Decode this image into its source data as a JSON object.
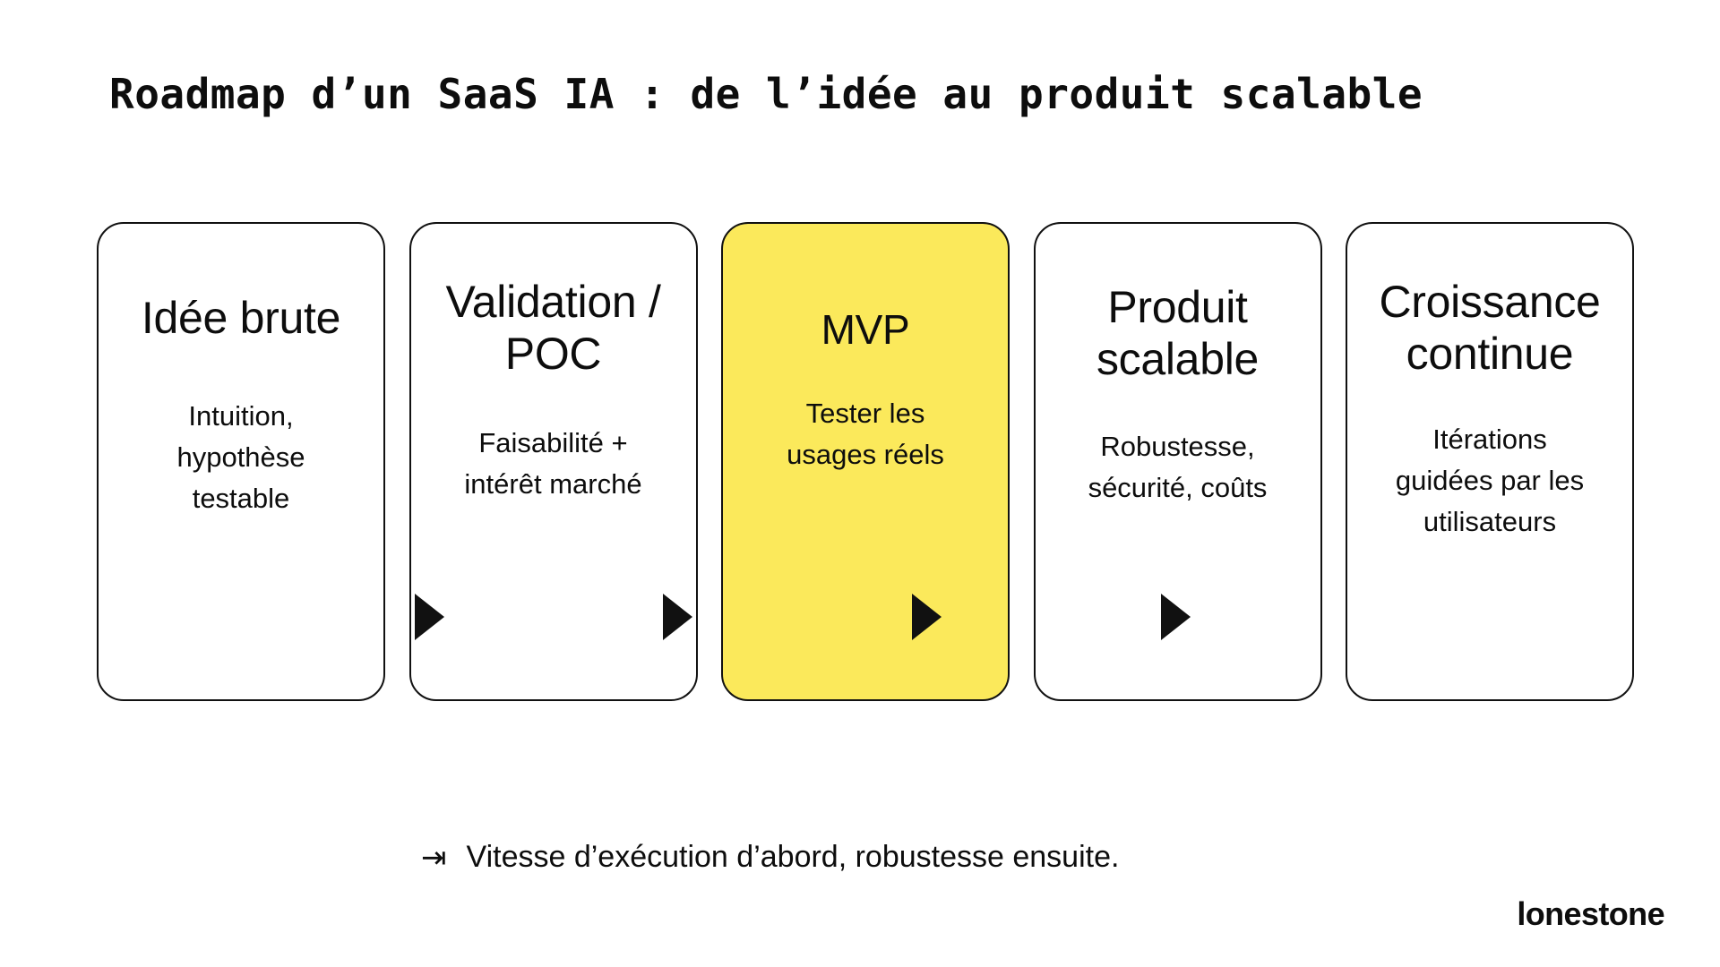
{
  "slide": {
    "title": "Roadmap d’un SaaS IA : de l’idée au produit scalable",
    "background_color": "#ffffff",
    "accent_color": "#fbe95b",
    "text_color": "#0d0d0d"
  },
  "flow": {
    "arrow_icon": "triangle-right-icon",
    "steps": [
      {
        "title": "Idée brute",
        "description": "Intuition,\nhypothèse\ntestable",
        "highlighted": false
      },
      {
        "title": "Validation /\nPOC",
        "description": "Faisabilité +\nintérêt marché",
        "highlighted": false
      },
      {
        "title": "MVP",
        "description": "Tester les\nusages réels",
        "highlighted": true
      },
      {
        "title": "Produit\nscalable",
        "description": "Robustesse,\nsécurité, coûts",
        "highlighted": false
      },
      {
        "title": "Croissance\ncontinue",
        "description": "Itérations\nguidées par les\nutilisateurs",
        "highlighted": false
      }
    ]
  },
  "footnote": {
    "icon": "arrow-to-bar-icon",
    "icon_glyph": "⇥",
    "text": "Vitesse d’exécution d’abord, robustesse ensuite."
  },
  "logo": {
    "text": "lonestone"
  }
}
